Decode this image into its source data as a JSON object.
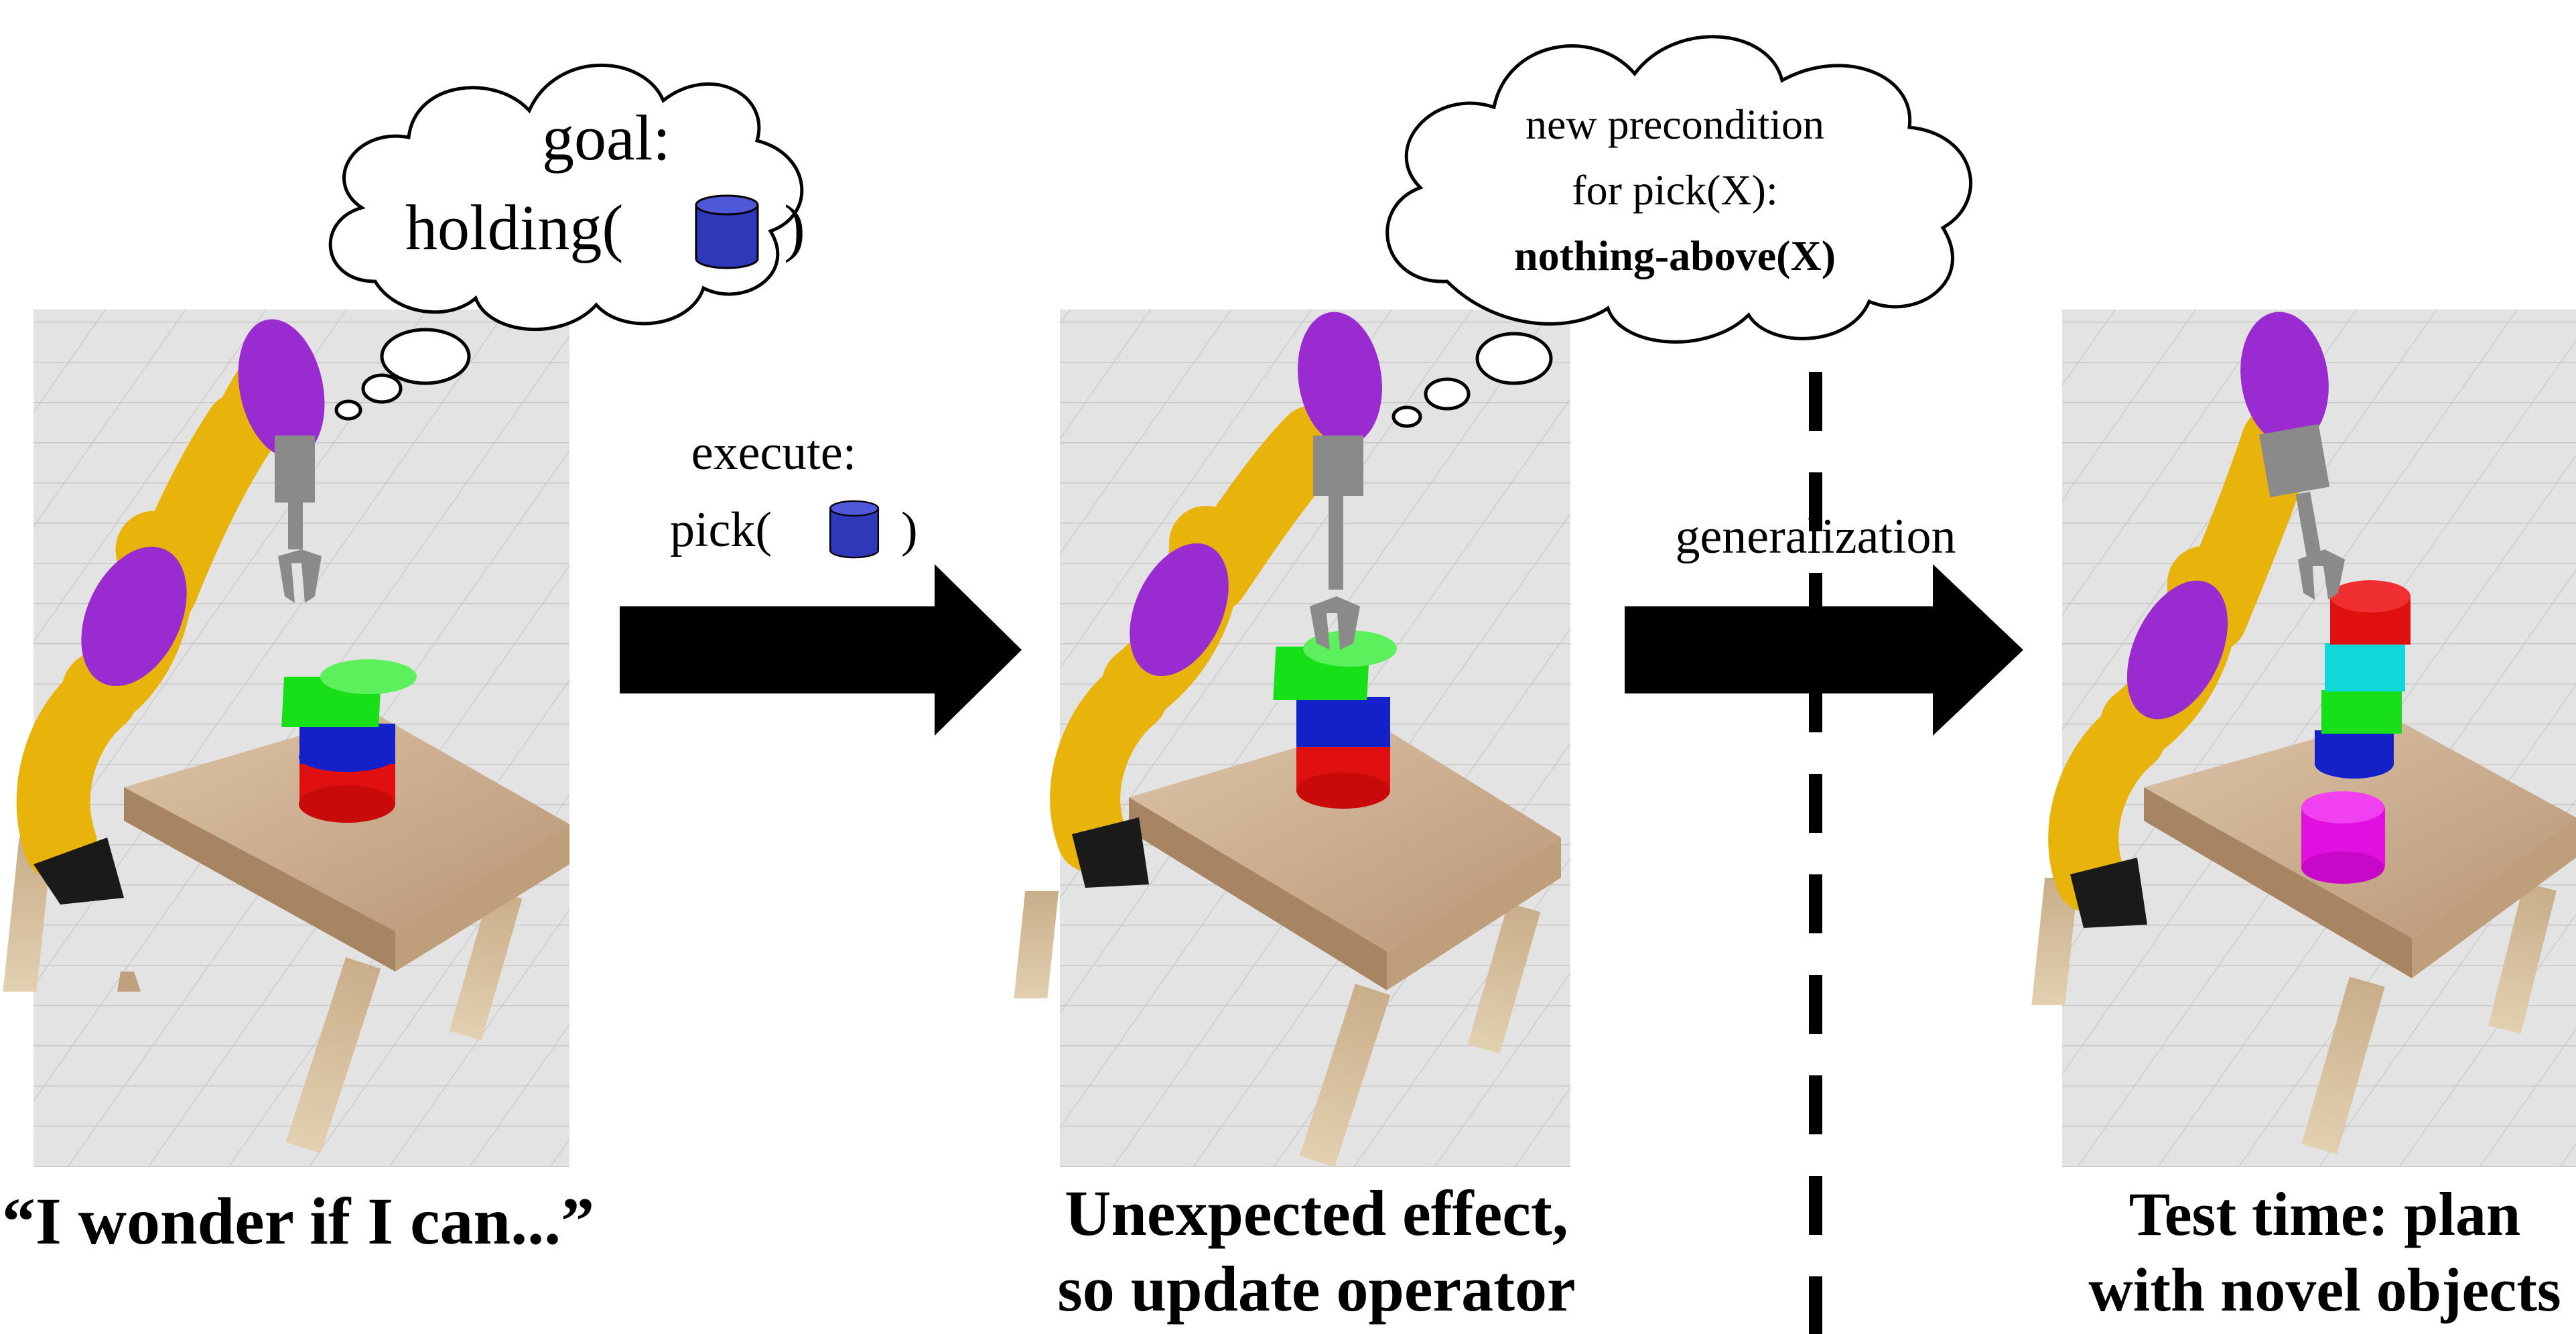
{
  "thought_bubble_1": {
    "line1": "goal:",
    "line2_prefix": "holding(",
    "line2_suffix": ")"
  },
  "arrow_1": {
    "line1": "execute:",
    "line2_prefix": "pick(",
    "line2_suffix": ")"
  },
  "thought_bubble_2": {
    "line1": "new precondition",
    "line2": "for pick(X):",
    "line3": "nothing-above(X)"
  },
  "arrow_2": {
    "label": "generalization"
  },
  "captions": {
    "panel_1": "“I wonder if I can...”",
    "panel_2_line1": "Unexpected effect,",
    "panel_2_line2": "so update operator",
    "panel_3_line1": "Test time: plan",
    "panel_3_line2": "with novel objects"
  },
  "colors": {
    "robot_link": "#E8B40C",
    "robot_joint": "#9A2BD0",
    "gripper": "#8A8A8A",
    "table": "#C9A885",
    "table_leg": "#D8C29E",
    "floor": "#E3E3E3",
    "block_red": "#E01010",
    "block_blue": "#1420C8",
    "block_green": "#18E018",
    "block_cyan": "#10D8D8",
    "block_magenta": "#E010E0",
    "icon_cylinder": "#2E38B8"
  }
}
